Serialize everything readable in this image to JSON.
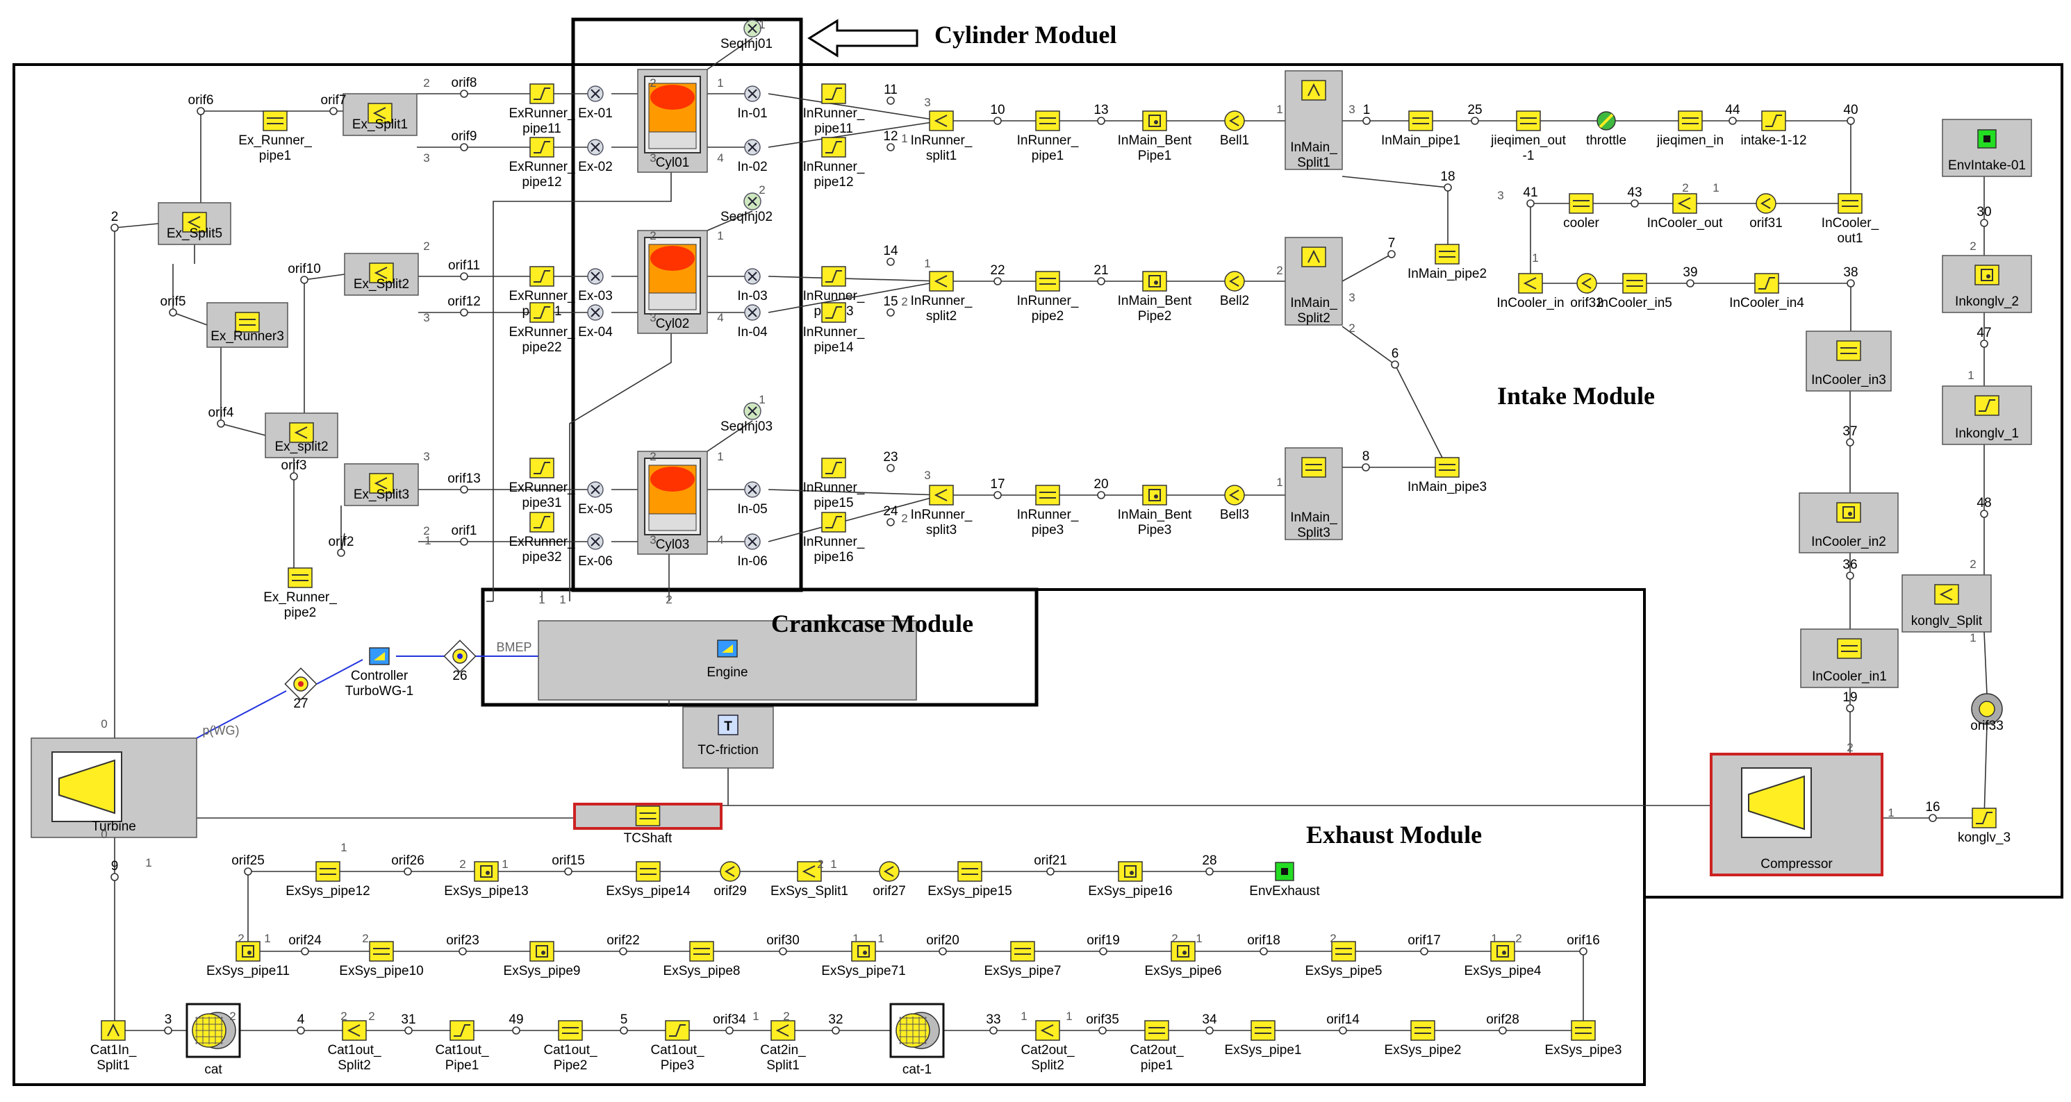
{
  "modules": {
    "cylinder": "Cylinder Moduel",
    "intake": "Intake Module",
    "crankcase": "Crankcase Module",
    "exhaust": "Exhaust Module"
  },
  "signal_labels": {
    "bmep": "BMEP",
    "wg": "p(WG)"
  },
  "blocks": [
    {
      "id": "cyl1",
      "label": "Cyl01",
      "kind": "cyl"
    },
    {
      "id": "cyl2",
      "label": "Cyl02",
      "kind": "cyl"
    },
    {
      "id": "cyl3",
      "label": "Cyl03",
      "kind": "cyl"
    },
    {
      "id": "ex_split1",
      "label": "Ex_Split1",
      "kind": "split"
    },
    {
      "id": "ex_split2",
      "label": "Ex_Split2",
      "kind": "split"
    },
    {
      "id": "ex_split3",
      "label": "Ex_Split3",
      "kind": "split"
    },
    {
      "id": "ex_split4",
      "label": "Ex_split2",
      "kind": "split"
    },
    {
      "id": "ex_split5",
      "label": "Ex_Split5",
      "kind": "split"
    },
    {
      "id": "ex_runner3",
      "label": "Ex_Runner3",
      "kind": "pipe"
    },
    {
      "id": "inmain1",
      "label": "InMain_\nSplit1",
      "kind": "tsplit"
    },
    {
      "id": "inmain2",
      "label": "InMain_\nSplit2",
      "kind": "tsplit"
    },
    {
      "id": "inmain3",
      "label": "InMain_\nSplit3",
      "kind": "pipe"
    },
    {
      "id": "incooler_in3",
      "label": "InCooler_in3",
      "kind": "pipe"
    },
    {
      "id": "incooler_in2",
      "label": "InCooler_in2",
      "kind": "box"
    },
    {
      "id": "incooler_in1",
      "label": "InCooler_in1",
      "kind": "pipe"
    },
    {
      "id": "envintake",
      "label": "EnvIntake-01",
      "kind": "env"
    },
    {
      "id": "inkonglv2",
      "label": "Inkonglv_2",
      "kind": "box"
    },
    {
      "id": "inkonglv1",
      "label": "Inkonglv_1",
      "kind": "diag"
    },
    {
      "id": "konglv_split",
      "label": "konglv_Split",
      "kind": "split"
    },
    {
      "id": "engine",
      "label": "Engine",
      "kind": "engine"
    },
    {
      "id": "tcfriction",
      "label": "TC-friction",
      "kind": "t"
    },
    {
      "id": "turbine",
      "label": "Turbine",
      "kind": "turbo"
    },
    {
      "id": "compressor",
      "label": "Compressor",
      "kind": "turbo"
    },
    {
      "id": "tcshaft",
      "label": "TCShaft",
      "kind": "shaft"
    }
  ],
  "components": [
    {
      "id": "seq1",
      "label": "SeqInj01",
      "kind": "inj"
    },
    {
      "id": "seq2",
      "label": "SeqInj02",
      "kind": "inj"
    },
    {
      "id": "seq3",
      "label": "SeqInj03",
      "kind": "inj"
    },
    {
      "id": "ex01",
      "label": "Ex-01",
      "kind": "valve"
    },
    {
      "id": "ex02",
      "label": "Ex-02",
      "kind": "valve"
    },
    {
      "id": "ex03",
      "label": "Ex-03",
      "kind": "valve"
    },
    {
      "id": "ex04",
      "label": "Ex-04",
      "kind": "valve"
    },
    {
      "id": "ex05",
      "label": "Ex-05",
      "kind": "valve"
    },
    {
      "id": "ex06",
      "label": "Ex-06",
      "kind": "valve"
    },
    {
      "id": "in01",
      "label": "In-01",
      "kind": "valve"
    },
    {
      "id": "in02",
      "label": "In-02",
      "kind": "valve"
    },
    {
      "id": "in03",
      "label": "In-03",
      "kind": "valve"
    },
    {
      "id": "in04",
      "label": "In-04",
      "kind": "valve"
    },
    {
      "id": "in05",
      "label": "In-05",
      "kind": "valve"
    },
    {
      "id": "in06",
      "label": "In-06",
      "kind": "valve"
    },
    {
      "id": "exr11",
      "label": "ExRunner_\npipe11",
      "kind": "diag"
    },
    {
      "id": "exr12",
      "label": "ExRunner_\npipe12",
      "kind": "diag"
    },
    {
      "id": "exr21",
      "label": "ExRunner_\npipe21",
      "kind": "diag"
    },
    {
      "id": "exr22",
      "label": "ExRunner_\npipe22",
      "kind": "diag"
    },
    {
      "id": "exr31",
      "label": "ExRunner_\npipe31",
      "kind": "diag"
    },
    {
      "id": "exr32",
      "label": "ExRunner_\npipe32",
      "kind": "diag"
    },
    {
      "id": "inr11",
      "label": "InRunner_\npipe11",
      "kind": "diag"
    },
    {
      "id": "inr12",
      "label": "InRunner_\npipe12",
      "kind": "diag"
    },
    {
      "id": "inr13",
      "label": "InRunner_\npipe13",
      "kind": "diag"
    },
    {
      "id": "inr14",
      "label": "InRunner_\npipe14",
      "kind": "diag"
    },
    {
      "id": "inr15",
      "label": "InRunner_\npipe15",
      "kind": "diag"
    },
    {
      "id": "inr16",
      "label": "InRunner_\npipe16",
      "kind": "diag"
    },
    {
      "id": "inrs1",
      "label": "InRunner_\nsplit1",
      "kind": "split"
    },
    {
      "id": "inrs2",
      "label": "InRunner_\nsplit2",
      "kind": "split"
    },
    {
      "id": "inrs3",
      "label": "InRunner_\nsplit3",
      "kind": "split"
    },
    {
      "id": "inrp1",
      "label": "InRunner_\npipe1",
      "kind": "pipe"
    },
    {
      "id": "inrp2",
      "label": "InRunner_\npipe2",
      "kind": "pipe"
    },
    {
      "id": "inrp3",
      "label": "InRunner_\npipe3",
      "kind": "pipe"
    },
    {
      "id": "bent1",
      "label": "InMain_Bent\nPipe1",
      "kind": "bend"
    },
    {
      "id": "bent2",
      "label": "InMain_Bent\nPipe2",
      "kind": "bend"
    },
    {
      "id": "bent3",
      "label": "InMain_Bent\nPipe3",
      "kind": "bend"
    },
    {
      "id": "bell1",
      "label": "Bell1",
      "kind": "bell"
    },
    {
      "id": "bell2",
      "label": "Bell2",
      "kind": "bell"
    },
    {
      "id": "bell3",
      "label": "Bell3",
      "kind": "bell"
    },
    {
      "id": "inmp1",
      "label": "InMain_pipe1",
      "kind": "pipe"
    },
    {
      "id": "inmp2",
      "label": "InMain_pipe2",
      "kind": "vpipe"
    },
    {
      "id": "inmp3",
      "label": "InMain_pipe3",
      "kind": "vpipe"
    },
    {
      "id": "jqout",
      "label": "jieqimen_out\n-1",
      "kind": "pipe"
    },
    {
      "id": "throttle",
      "label": "throttle",
      "kind": "throttle"
    },
    {
      "id": "jqin",
      "label": "jieqimen_in",
      "kind": "pipe"
    },
    {
      "id": "intake112",
      "label": "intake-1-12",
      "kind": "diag"
    },
    {
      "id": "cooler",
      "label": "cooler",
      "kind": "pipe"
    },
    {
      "id": "incooler_out",
      "label": "InCooler_out",
      "kind": "split"
    },
    {
      "id": "orif31",
      "label": "orif31",
      "kind": "bell"
    },
    {
      "id": "incooler_out1",
      "label": "InCooler_\nout1",
      "kind": "pipe"
    },
    {
      "id": "incooler_inorif",
      "label": "InCooler_in",
      "kind": "split"
    },
    {
      "id": "orif32",
      "label": "orif32",
      "kind": "bell"
    },
    {
      "id": "incooler_in5",
      "label": "InCooler_in5",
      "kind": "pipe"
    },
    {
      "id": "incooler_in4",
      "label": "InCooler_in4",
      "kind": "diag"
    },
    {
      "id": "exrp1",
      "label": "Ex_Runner_\npipe1",
      "kind": "pipe"
    },
    {
      "id": "exrp2",
      "label": "Ex_Runner_\npipe2",
      "kind": "pipe"
    },
    {
      "id": "ctrl",
      "label": "Controller\nTurboWG-1",
      "kind": "ctrl"
    },
    {
      "id": "s26",
      "label": "26",
      "kind": "sensor"
    },
    {
      "id": "s27",
      "label": "27",
      "kind": "sensor2"
    },
    {
      "id": "orif33",
      "label": "orif33",
      "kind": "bigcirc"
    },
    {
      "id": "konglv3",
      "label": "konglv_3",
      "kind": "diag"
    },
    {
      "id": "envexhaust",
      "label": "EnvExhaust",
      "kind": "env"
    },
    {
      "id": "es12",
      "label": "ExSys_pipe12",
      "kind": "pipe"
    },
    {
      "id": "es13",
      "label": "ExSys_pipe13",
      "kind": "bend"
    },
    {
      "id": "es14",
      "label": "ExSys_pipe14",
      "kind": "pipe"
    },
    {
      "id": "orif29",
      "label": "orif29",
      "kind": "bell"
    },
    {
      "id": "essplit1",
      "label": "ExSys_Split1",
      "kind": "split"
    },
    {
      "id": "orif27",
      "label": "orif27",
      "kind": "bell"
    },
    {
      "id": "es15",
      "label": "ExSys_pipe15",
      "kind": "pipe"
    },
    {
      "id": "es16",
      "label": "ExSys_pipe16",
      "kind": "bend"
    },
    {
      "id": "es11",
      "label": "ExSys_pipe11",
      "kind": "bend"
    },
    {
      "id": "es10",
      "label": "ExSys_pipe10",
      "kind": "pipe"
    },
    {
      "id": "es9",
      "label": "ExSys_pipe9",
      "kind": "bend"
    },
    {
      "id": "es8",
      "label": "ExSys_pipe8",
      "kind": "pipe"
    },
    {
      "id": "es71",
      "label": "ExSys_pipe71",
      "kind": "bend"
    },
    {
      "id": "es7",
      "label": "ExSys_pipe7",
      "kind": "pipe"
    },
    {
      "id": "es6",
      "label": "ExSys_pipe6",
      "kind": "bend"
    },
    {
      "id": "es5",
      "label": "ExSys_pipe5",
      "kind": "pipe"
    },
    {
      "id": "es4",
      "label": "ExSys_pipe4",
      "kind": "bend"
    },
    {
      "id": "cat1in",
      "label": "Cat1In_\nSplit1",
      "kind": "tsplit"
    },
    {
      "id": "cat",
      "label": "cat",
      "kind": "cat"
    },
    {
      "id": "cat1out_s2",
      "label": "Cat1out_\nSplit2",
      "kind": "split"
    },
    {
      "id": "cat1out_p1",
      "label": "Cat1out_\nPipe1",
      "kind": "diag"
    },
    {
      "id": "cat1out_p2",
      "label": "Cat1out_\nPipe2",
      "kind": "pipe"
    },
    {
      "id": "cat1out_p3",
      "label": "Cat1out_\nPipe3",
      "kind": "diag"
    },
    {
      "id": "cat2in",
      "label": "Cat2in_\nSplit1",
      "kind": "split"
    },
    {
      "id": "cat_1",
      "label": "cat-1",
      "kind": "cat"
    },
    {
      "id": "cat2out_s2",
      "label": "Cat2out_\nSplit2",
      "kind": "split"
    },
    {
      "id": "cat2out_p1",
      "label": "Cat2out_\npipe1",
      "kind": "pipe"
    },
    {
      "id": "es1",
      "label": "ExSys_pipe1",
      "kind": "pipe"
    },
    {
      "id": "es2",
      "label": "ExSys_pipe2",
      "kind": "pipe"
    },
    {
      "id": "es3",
      "label": "ExSys_pipe3",
      "kind": "pipe"
    }
  ],
  "nodes": [
    {
      "label": "orif8"
    },
    {
      "label": "orif9"
    },
    {
      "label": "orif7"
    },
    {
      "label": "orif6"
    },
    {
      "label": "orif11"
    },
    {
      "label": "orif12"
    },
    {
      "label": "orif10"
    },
    {
      "label": "orif5"
    },
    {
      "label": "orif4"
    },
    {
      "label": "orif3"
    },
    {
      "label": "orif13"
    },
    {
      "label": "orif1"
    },
    {
      "label": "orif2"
    },
    {
      "label": "2"
    },
    {
      "label": "11"
    },
    {
      "label": "12"
    },
    {
      "label": "14"
    },
    {
      "label": "15"
    },
    {
      "label": "23"
    },
    {
      "label": "24"
    },
    {
      "label": "10"
    },
    {
      "label": "13"
    },
    {
      "label": "22"
    },
    {
      "label": "21"
    },
    {
      "label": "17"
    },
    {
      "label": "20"
    },
    {
      "label": "1"
    },
    {
      "label": "25"
    },
    {
      "label": "44"
    },
    {
      "label": "40"
    },
    {
      "label": "18"
    },
    {
      "label": "7"
    },
    {
      "label": "6"
    },
    {
      "label": "8"
    },
    {
      "label": "41"
    },
    {
      "label": "43"
    },
    {
      "label": "39"
    },
    {
      "label": "38"
    },
    {
      "label": "37"
    },
    {
      "label": "36"
    },
    {
      "label": "19"
    },
    {
      "label": "30"
    },
    {
      "label": "47"
    },
    {
      "label": "48"
    },
    {
      "label": "16"
    },
    {
      "label": "9"
    },
    {
      "label": "orif25"
    },
    {
      "label": "orif26"
    },
    {
      "label": "orif15"
    },
    {
      "label": "orif21"
    },
    {
      "label": "28"
    },
    {
      "label": "orif24"
    },
    {
      "label": "orif23"
    },
    {
      "label": "orif22"
    },
    {
      "label": "orif30"
    },
    {
      "label": "orif20"
    },
    {
      "label": "orif19"
    },
    {
      "label": "orif18"
    },
    {
      "label": "orif17"
    },
    {
      "label": "orif16"
    },
    {
      "label": "3"
    },
    {
      "label": "4"
    },
    {
      "label": "31"
    },
    {
      "label": "49"
    },
    {
      "label": "5"
    },
    {
      "label": "orif34"
    },
    {
      "label": "32"
    },
    {
      "label": "33"
    },
    {
      "label": "orif35"
    },
    {
      "label": "34"
    },
    {
      "label": "orif14"
    },
    {
      "label": "orif28"
    }
  ],
  "port_numbers": [
    "2",
    "1",
    "3",
    "4",
    "2",
    "1",
    "3",
    "4",
    "2",
    "1",
    "3",
    "4",
    "2",
    "3",
    "2",
    "3",
    "3",
    "2",
    "1",
    "3",
    "1",
    "1",
    "2",
    "3",
    "2",
    "1",
    "3",
    "2",
    "3",
    "1",
    "2",
    "1",
    "2",
    "1",
    "3",
    "2",
    "1",
    "1",
    "2",
    "1",
    "2",
    "1",
    "2",
    "1",
    "0",
    "0",
    "1",
    "1",
    "2",
    "2",
    "2",
    "1",
    "2",
    "1",
    "1",
    "2",
    "1",
    "2",
    "1",
    "2",
    "1",
    "2",
    "1",
    "1",
    "2",
    "1",
    "2",
    "1",
    "2",
    "1",
    "1",
    "2",
    "2"
  ],
  "colors": {
    "block_fill": "#c8c8c8",
    "icon_yellow": "#ffee22",
    "icon_gray": "#d8dde3",
    "env_green": "#22dd22",
    "signal_blue": "#2233dd",
    "highlight_red": "#cc2222"
  }
}
